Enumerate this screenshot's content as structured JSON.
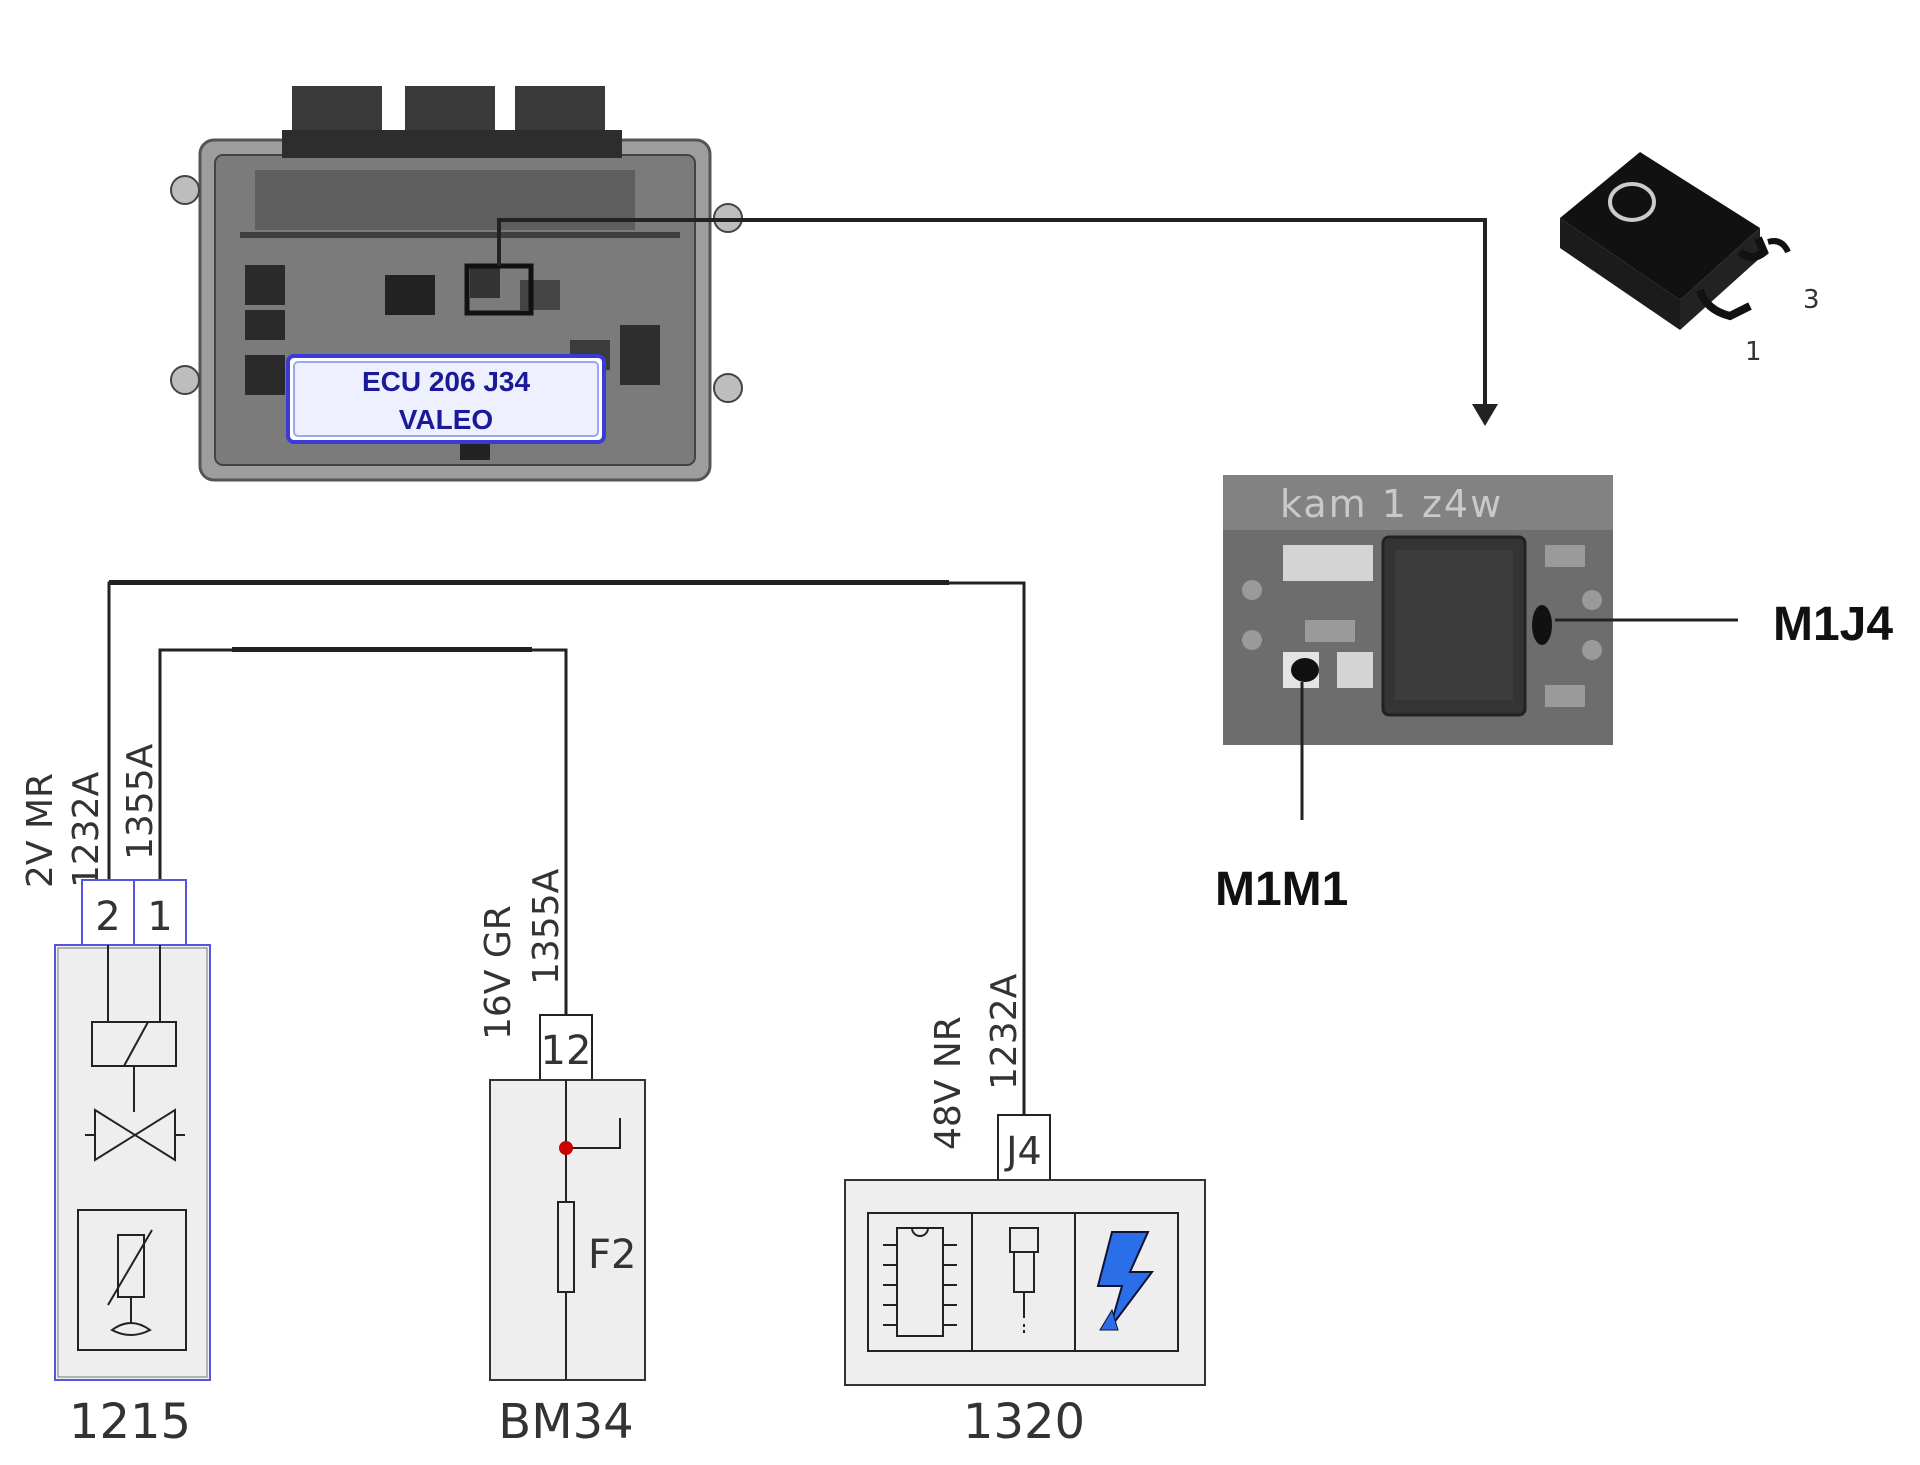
{
  "ecu_label": {
    "line1": "ECU 206 J34",
    "line2": "VALEO"
  },
  "transistor_pins": {
    "pin1": "1",
    "pin3": "3"
  },
  "pcb_silkscreen": "kam 1 z4w",
  "pcb_labels": {
    "right": "M1J4",
    "bottom": "M1M1"
  },
  "wires": {
    "w_2v": {
      "wire": "2V MR",
      "code": "1232A"
    },
    "w_1355_left": {
      "code": "1355A"
    },
    "w_16v": {
      "wire": "16V GR",
      "code": "1355A"
    },
    "w_48v": {
      "wire": "48V NR",
      "code": "1232A"
    }
  },
  "connectors": {
    "c1215_pin2": "2",
    "c1215_pin1": "1",
    "bm34_pin": "12",
    "c1320_pin": "J4"
  },
  "components": {
    "c1215": {
      "id": "1215"
    },
    "bm34": {
      "id": "BM34",
      "fuse": "F2"
    },
    "c1320": {
      "id": "1320"
    }
  },
  "colors": {
    "ecu_label_text": "#1a1a99",
    "ecu_label_border": "#3a3ad8",
    "connector_border": "#5555dd",
    "fuse_dot": "#cc0000",
    "lightning": "#2a6ee8"
  }
}
